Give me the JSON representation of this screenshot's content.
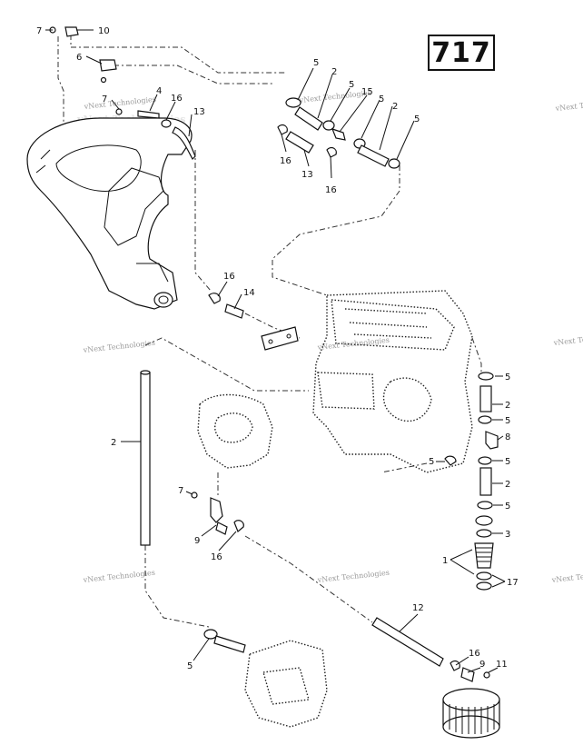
{
  "diagram_number": "717",
  "watermark": "vNext Technologies",
  "callouts": [
    {
      "id": "c7a",
      "text": "7"
    },
    {
      "id": "c10",
      "text": "10"
    },
    {
      "id": "c6",
      "text": "6"
    },
    {
      "id": "c7b",
      "text": "7"
    },
    {
      "id": "c4",
      "text": "4"
    },
    {
      "id": "c16a",
      "text": "16"
    },
    {
      "id": "c13a",
      "text": "13"
    },
    {
      "id": "c5a",
      "text": "5"
    },
    {
      "id": "c2a",
      "text": "2"
    },
    {
      "id": "c5b",
      "text": "5"
    },
    {
      "id": "c15",
      "text": "15"
    },
    {
      "id": "c5c",
      "text": "5"
    },
    {
      "id": "c2b",
      "text": "2"
    },
    {
      "id": "c5d",
      "text": "5"
    },
    {
      "id": "c16b",
      "text": "16"
    },
    {
      "id": "c13b",
      "text": "13"
    },
    {
      "id": "c16c",
      "text": "16"
    },
    {
      "id": "c16d",
      "text": "16"
    },
    {
      "id": "c14",
      "text": "14"
    },
    {
      "id": "c5e",
      "text": "5"
    },
    {
      "id": "c2c",
      "text": "2"
    },
    {
      "id": "c5f",
      "text": "5"
    },
    {
      "id": "c8",
      "text": "8"
    },
    {
      "id": "c5g",
      "text": "5"
    },
    {
      "id": "c5h",
      "text": "5"
    },
    {
      "id": "c2d",
      "text": "2"
    },
    {
      "id": "c5i",
      "text": "5"
    },
    {
      "id": "c3",
      "text": "3"
    },
    {
      "id": "c1",
      "text": "1"
    },
    {
      "id": "c17",
      "text": "17"
    },
    {
      "id": "c2e",
      "text": "2"
    },
    {
      "id": "c7c",
      "text": "7"
    },
    {
      "id": "c9a",
      "text": "9"
    },
    {
      "id": "c16e",
      "text": "16"
    },
    {
      "id": "c12",
      "text": "12"
    },
    {
      "id": "c5j",
      "text": "5"
    },
    {
      "id": "c16f",
      "text": "16"
    },
    {
      "id": "c9b",
      "text": "9"
    },
    {
      "id": "c11",
      "text": "11"
    }
  ]
}
